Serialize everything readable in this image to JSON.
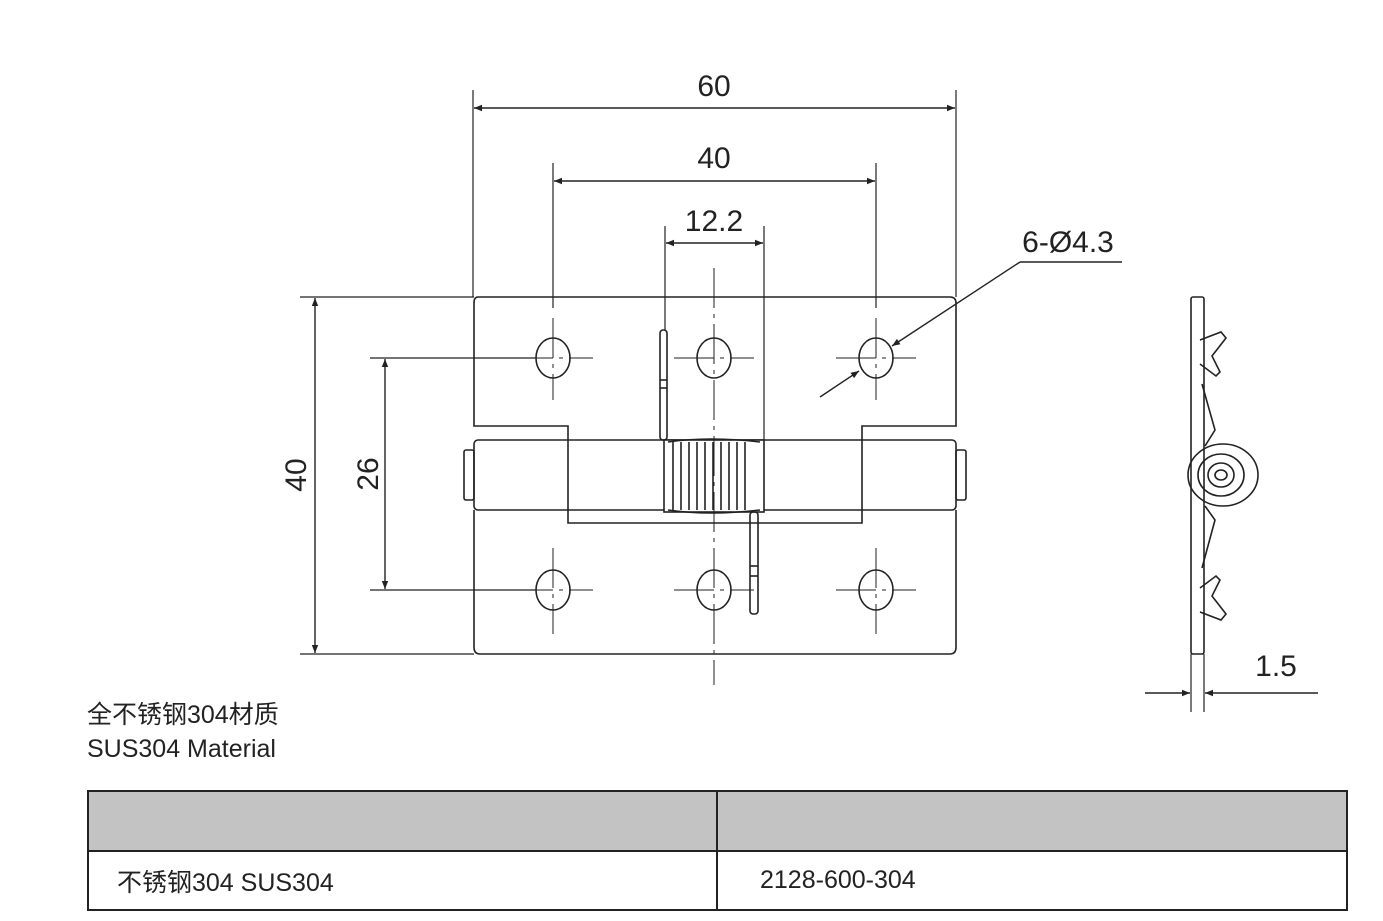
{
  "dimensions": {
    "overall_width": "60",
    "hole_span": "40",
    "spring_width": "12.2",
    "holes": "6-Ø4.3",
    "overall_height": "40",
    "hole_vertical_span": "26",
    "thickness": "1.5"
  },
  "material_note": {
    "cn": "全不锈钢304材质",
    "en": "SUS304 Material"
  },
  "table": {
    "headers": [
      "",
      ""
    ],
    "rows": [
      [
        "不锈钢304 SUS304",
        "2128-600-304"
      ]
    ]
  }
}
